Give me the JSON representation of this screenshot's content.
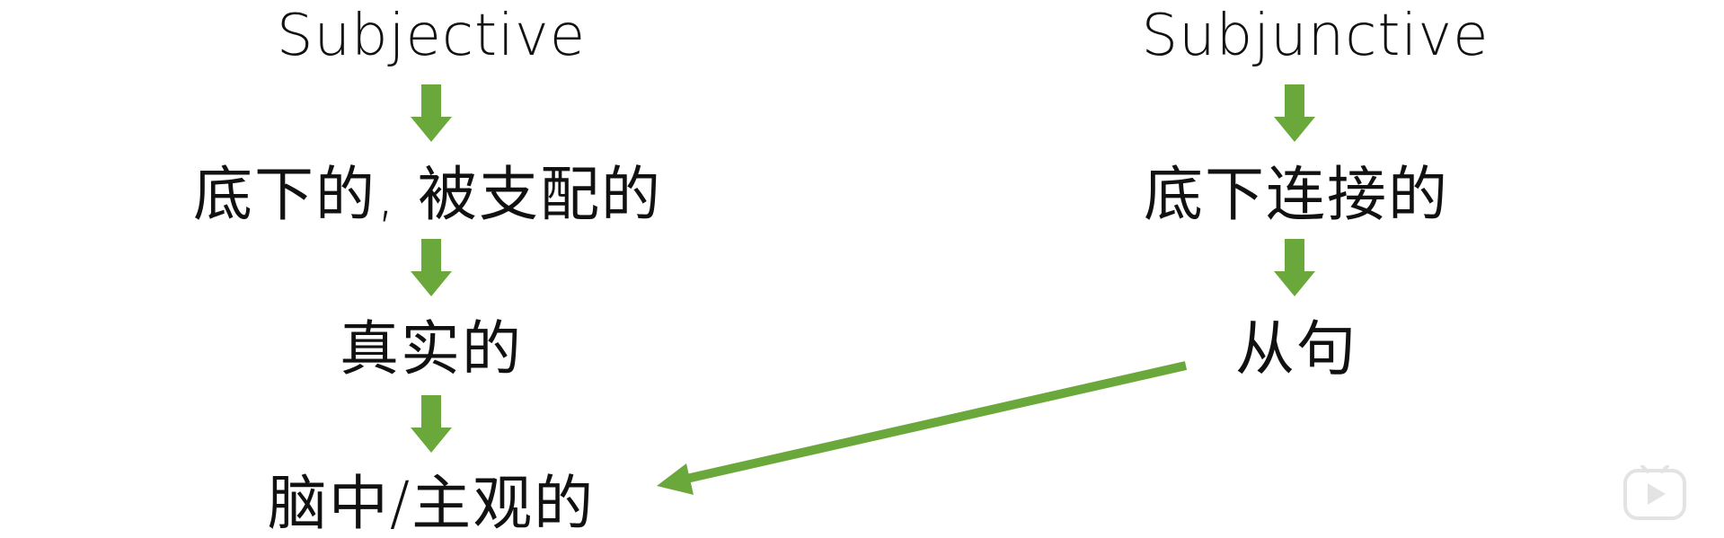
{
  "diagram": {
    "left_chain": {
      "top": "Subjective",
      "level1": "底下的, 被支配的",
      "level2": "真实的",
      "level3": "脑中/主观的"
    },
    "right_chain": {
      "top": "Subjunctive",
      "level1": "底下连接的",
      "level2": "从句"
    },
    "colors": {
      "arrow": "#6aa83c",
      "text": "#111111"
    },
    "icons": [
      "arrow-down-icon",
      "long-arrow-icon",
      "video-play-icon"
    ]
  }
}
